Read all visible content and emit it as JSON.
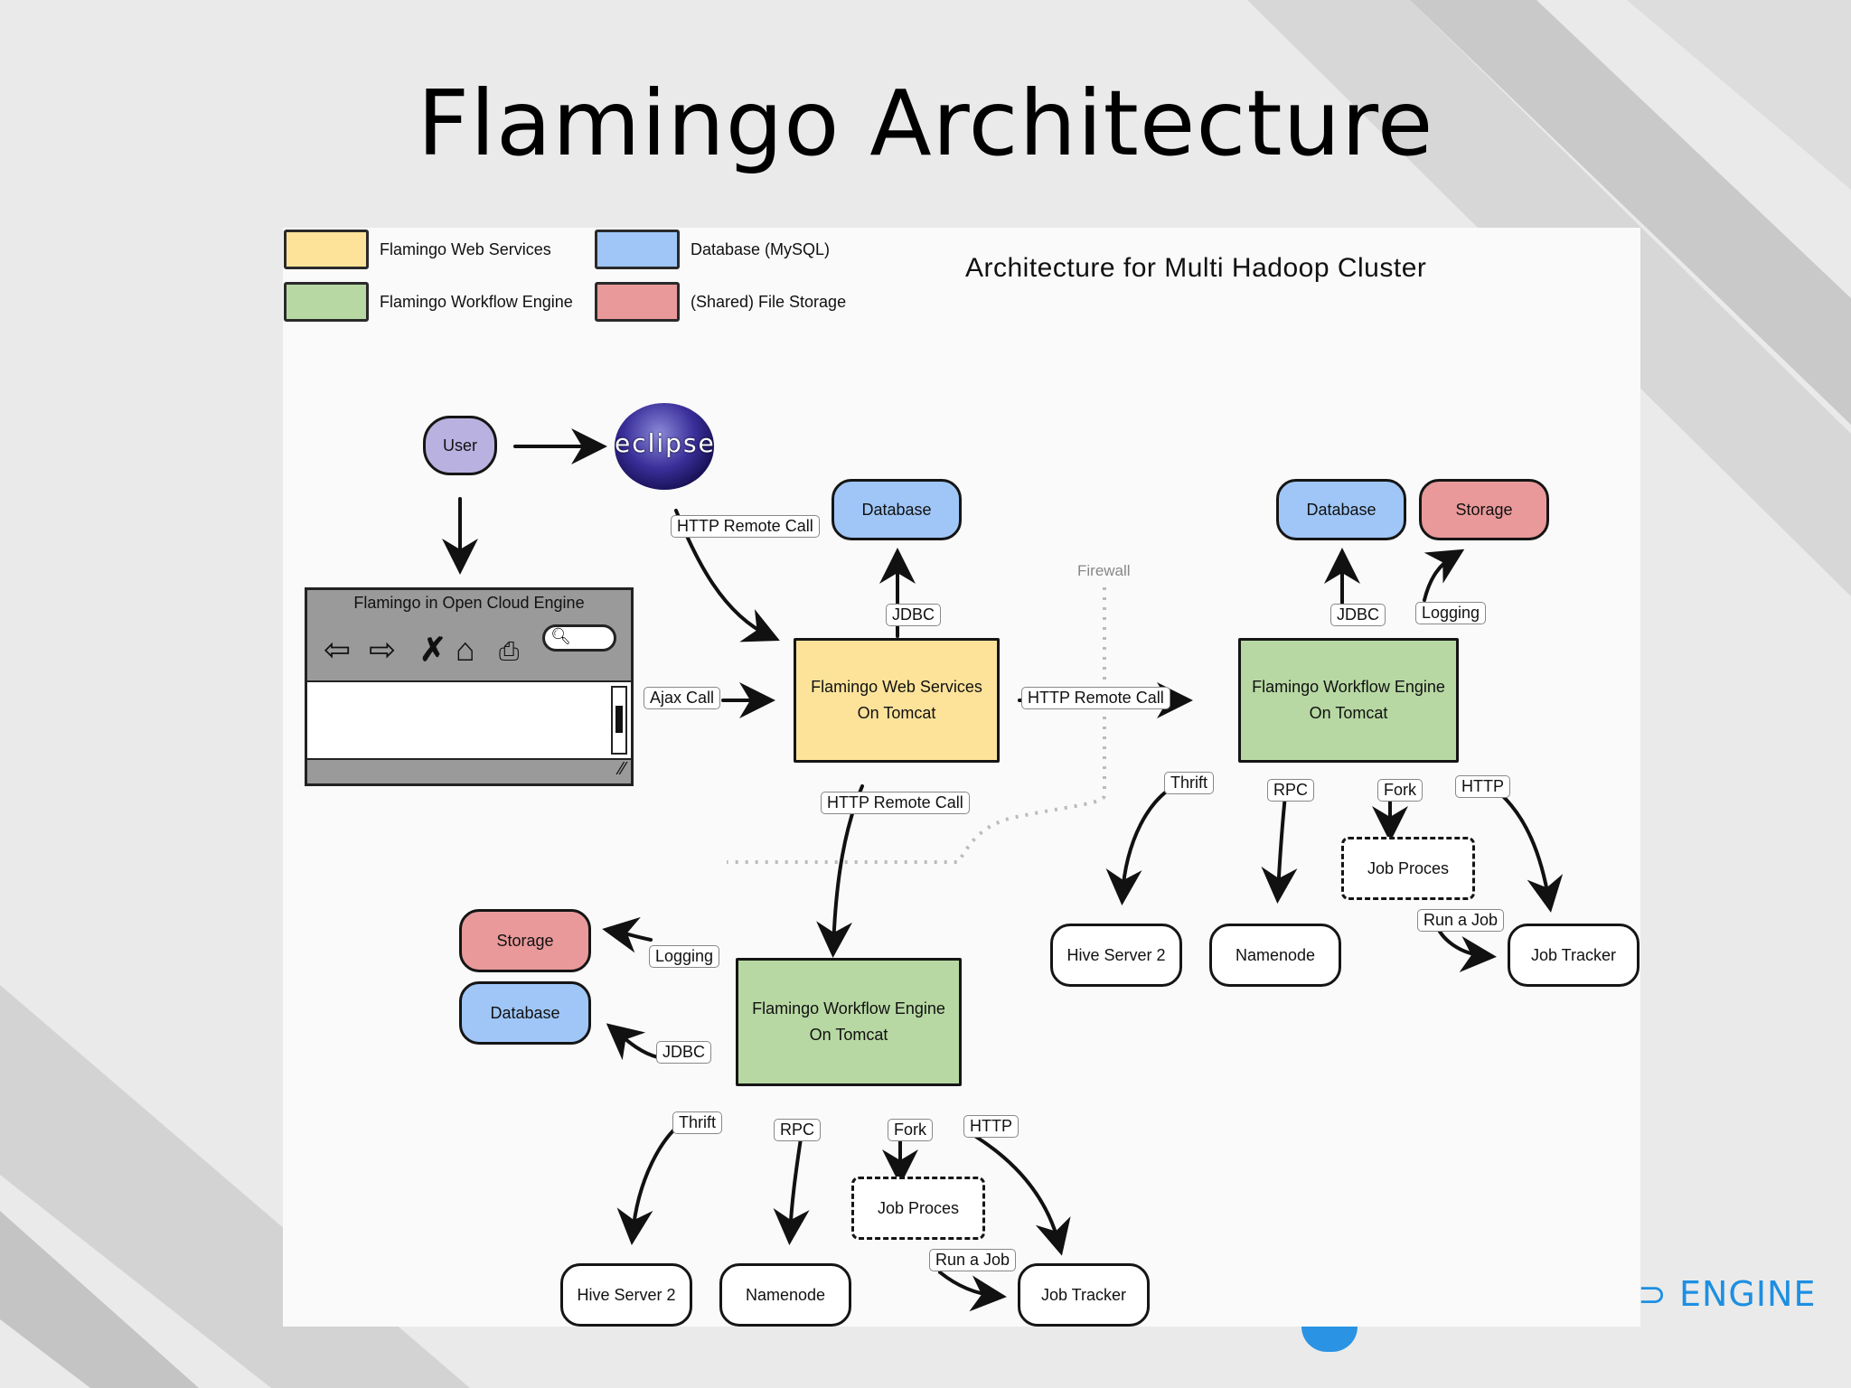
{
  "slide": {
    "title": "Flamingo Architecture",
    "brand_text": "ENGINE",
    "brand_partial_glyph": "⊃"
  },
  "legend": [
    {
      "label": "Flamingo Web Services",
      "color": "#fde39a"
    },
    {
      "label": "Flamingo Workflow Engine",
      "color": "#b7d8a3"
    },
    {
      "label": "Database (MySQL)",
      "color": "#9fc6f7"
    },
    {
      "label": "(Shared) File Storage",
      "color": "#e9999a"
    }
  ],
  "diagram": {
    "title": "Architecture for Multi Hadoop Cluster",
    "firewall_label": "Firewall",
    "user": "User",
    "eclipse": "eclipse",
    "browser": {
      "title": "Flamingo in Open Cloud Engine",
      "icons": [
        "back-arrow-icon",
        "forward-arrow-icon",
        "stop-icon",
        "home-icon",
        "bookmark-icon",
        "search-icon"
      ]
    },
    "web_services": {
      "line1": "Flamingo Web Services",
      "line2": "On Tomcat"
    },
    "web_db": "Database",
    "remote_engine": {
      "line1": "Flamingo Workflow Engine",
      "line2": "On Tomcat",
      "database": "Database",
      "storage": "Storage",
      "hive": "Hive Server 2",
      "namenode": "Namenode",
      "job_process": "Job Proces",
      "job_tracker": "Job Tracker"
    },
    "local_engine": {
      "line1": "Flamingo Workflow Engine",
      "line2": "On Tomcat",
      "database": "Database",
      "storage": "Storage",
      "hive": "Hive Server 2",
      "namenode": "Namenode",
      "job_process": "Job Proces",
      "job_tracker": "Job Tracker"
    },
    "labels": {
      "http_remote_call": "HTTP Remote Call",
      "ajax_call": "Ajax Call",
      "jdbc": "JDBC",
      "logging": "Logging",
      "thrift": "Thrift",
      "rpc": "RPC",
      "fork": "Fork",
      "http": "HTTP",
      "run_a_job": "Run a Job"
    }
  }
}
